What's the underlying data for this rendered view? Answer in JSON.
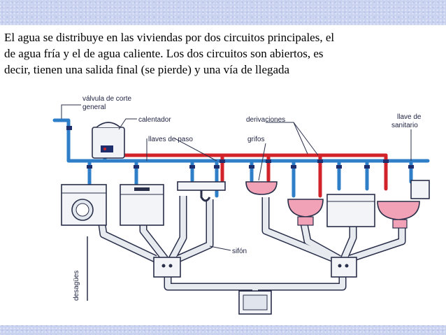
{
  "caption": {
    "line1": "El agua se distribuye en las viviendas por dos circuitos principales, el",
    "line2": "de agua fría y el de agua caliente. Los dos circuitos son abiertos, es",
    "line3": "decir, tienen una salida final (se pierde) y una vía de llegada"
  },
  "diagram": {
    "labels": {
      "valve_l1": "válvula de corte",
      "valve_l2": "general",
      "heater": "calentador",
      "stopcocks": "llaves de paso",
      "branches": "derivaciones",
      "taps": "grifos",
      "sanitary_l1": "llave de",
      "sanitary_l2": "sanitario",
      "trap": "sifón",
      "drains": "desagües"
    },
    "colors": {
      "cold_water": "#2f7fc8",
      "hot_water": "#d2232a",
      "drain_pipe": "#e4e8ee",
      "outline": "#2a2f4a"
    }
  }
}
